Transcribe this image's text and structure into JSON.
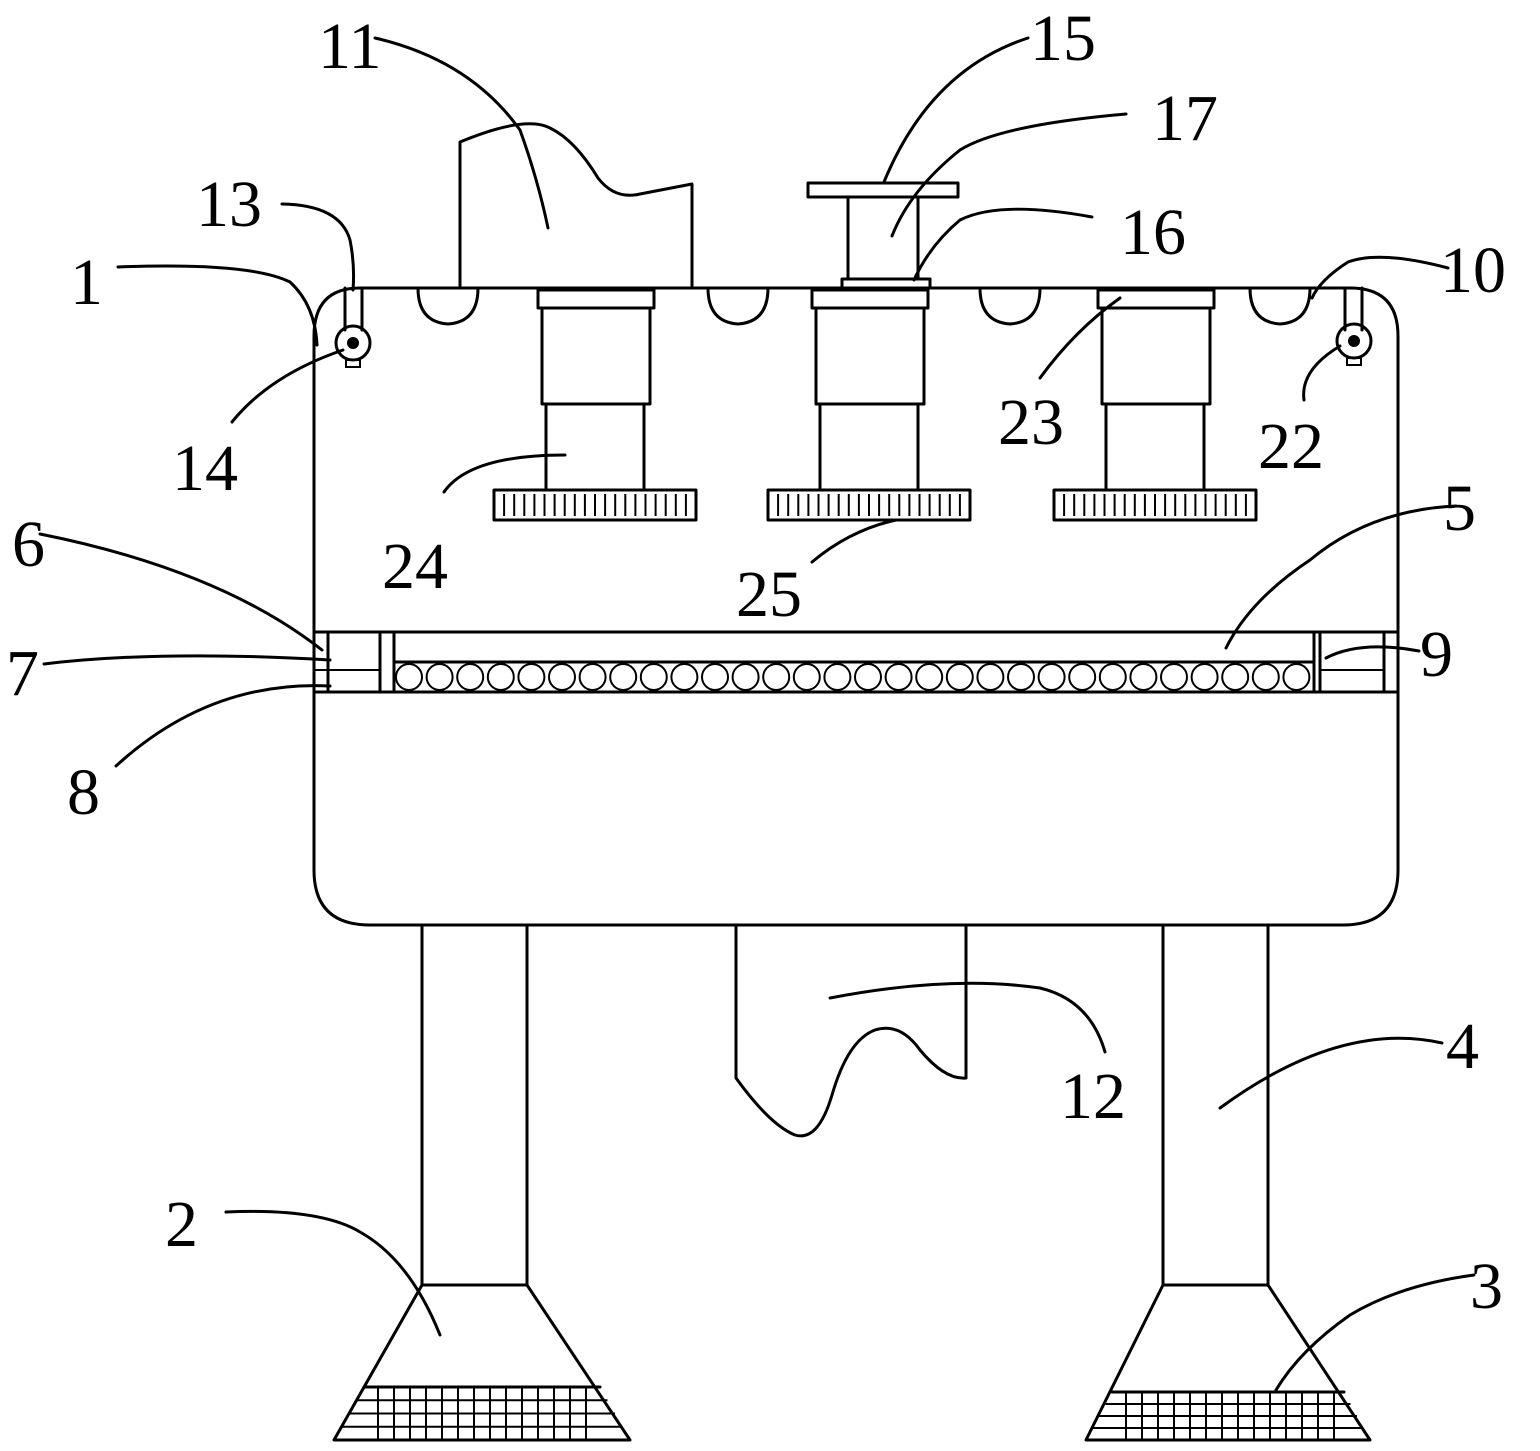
{
  "figure": {
    "labels": [
      {
        "id": "1",
        "text": "1"
      },
      {
        "id": "2",
        "text": "2"
      },
      {
        "id": "3",
        "text": "3"
      },
      {
        "id": "4",
        "text": "4"
      },
      {
        "id": "5",
        "text": "5"
      },
      {
        "id": "6",
        "text": "6"
      },
      {
        "id": "7",
        "text": "7"
      },
      {
        "id": "8",
        "text": "8"
      },
      {
        "id": "9",
        "text": "9"
      },
      {
        "id": "10",
        "text": "10"
      },
      {
        "id": "11",
        "text": "11"
      },
      {
        "id": "12",
        "text": "12"
      },
      {
        "id": "13",
        "text": "13"
      },
      {
        "id": "14",
        "text": "14"
      },
      {
        "id": "15",
        "text": "15"
      },
      {
        "id": "16",
        "text": "16"
      },
      {
        "id": "17",
        "text": "17"
      },
      {
        "id": "22",
        "text": "22"
      },
      {
        "id": "23",
        "text": "23"
      },
      {
        "id": "24",
        "text": "24"
      },
      {
        "id": "25",
        "text": "25"
      }
    ]
  }
}
